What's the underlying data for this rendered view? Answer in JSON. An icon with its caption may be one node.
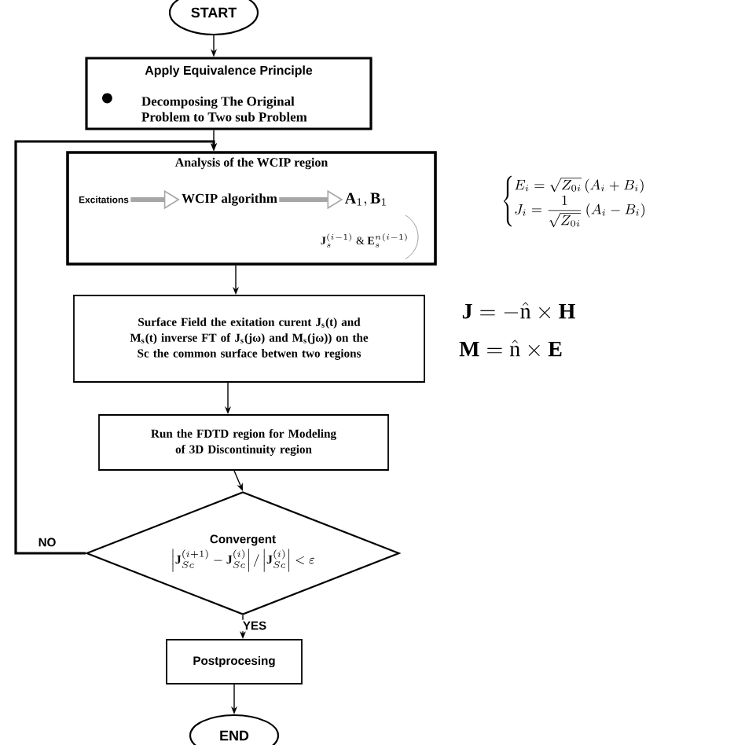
{
  "diagram": {
    "nodes": [
      {
        "text": [
          "START"
        ]
      },
      {
        "text": [
          "Apply Equivalence Principle",
          "Decomposing The Original Problem to Two sub Problem"
        ]
      },
      {
        "text": [
          "Analysis of the WCIP region"
        ]
      },
      {
        "text": [
          "Excitations"
        ],
        "in": 2
      },
      {
        "text": [
          "WCIP algorithm"
        ],
        "in": 2
      },
      {
        "text": [
          "\\mathbf{A}_{1}, \\mathbf{B}_{1}"
        ],
        "in": 2
      },
      {
        "text": [
          "Surface Field the exitation curent J$_{s}$(t) and M$_{s}$(t) inverse FT of J$_{s}$(jω) and M$_{s}$(jω)) on the Sc the common surface betwen two regions"
        ]
      },
      {
        "text": [
          "Run the FDTD region for Modeling of 3D Discontinuity region"
        ]
      },
      {
        "text": [
          "Convergent",
          "\\left|\\mathbf{J}_{Sc}^{(i+1)} - \\mathbf{J}_{Sc}^{(i)}\\right| / \\left|\\mathbf{J}_{Sc}^{(i)}\\right| < \\varepsilon"
        ]
      },
      {
        "text": [
          "Postprocesing"
        ]
      },
      {
        "text": [
          "END"
        ]
      }
    ],
    "edges": [
      {
        "from": 0,
        "to": 1,
        "arrow": "to"
      },
      {
        "from": 1,
        "to": 2,
        "arrow": "to"
      },
      {
        "from": 3,
        "to": 4,
        "arrow": "to",
        "style": "thick",
        "color": "#a6a6a6"
      },
      {
        "from": 4,
        "to": 5,
        "arrow": "to",
        "style": "thick",
        "color": "#a6a6a6"
      },
      {
        "from": 2,
        "to": 6,
        "arrow": "to"
      },
      {
        "from": 6,
        "to": 7,
        "arrow": "to"
      },
      {
        "from": 7,
        "to": 8,
        "arrow": "to"
      },
      {
        "from": 8,
        "to": 9,
        "arrow": "to",
        "label": "YES"
      },
      {
        "from": 9,
        "to": 10,
        "arrow": "to"
      },
      {
        "from": 8,
        "to": 2,
        "arrow": "to",
        "label": "NO"
      }
    ],
    "labels": [
      "\\mathbf{J}_{s}^{(i-1)}\\ \\&\\ \\mathbf{E}_{s}^{n(i-1)}",
      "\\begin{cases} E_{i} = \\sqrt{Z_{0i}}\\,(A_{i} + B_{i}) \\\\ J_{i} = \\dfrac{1}{\\sqrt{Z_{0i}}}\\,(A_{i} - B_{i}) \\end{cases}",
      "\\mathbf{J} = -\\hat{\\mathrm{n}} \\times \\mathbf{H}",
      "\\mathbf{M} = \\hat{\\mathrm{n}} \\times \\mathbf{E}"
    ]
  }
}
